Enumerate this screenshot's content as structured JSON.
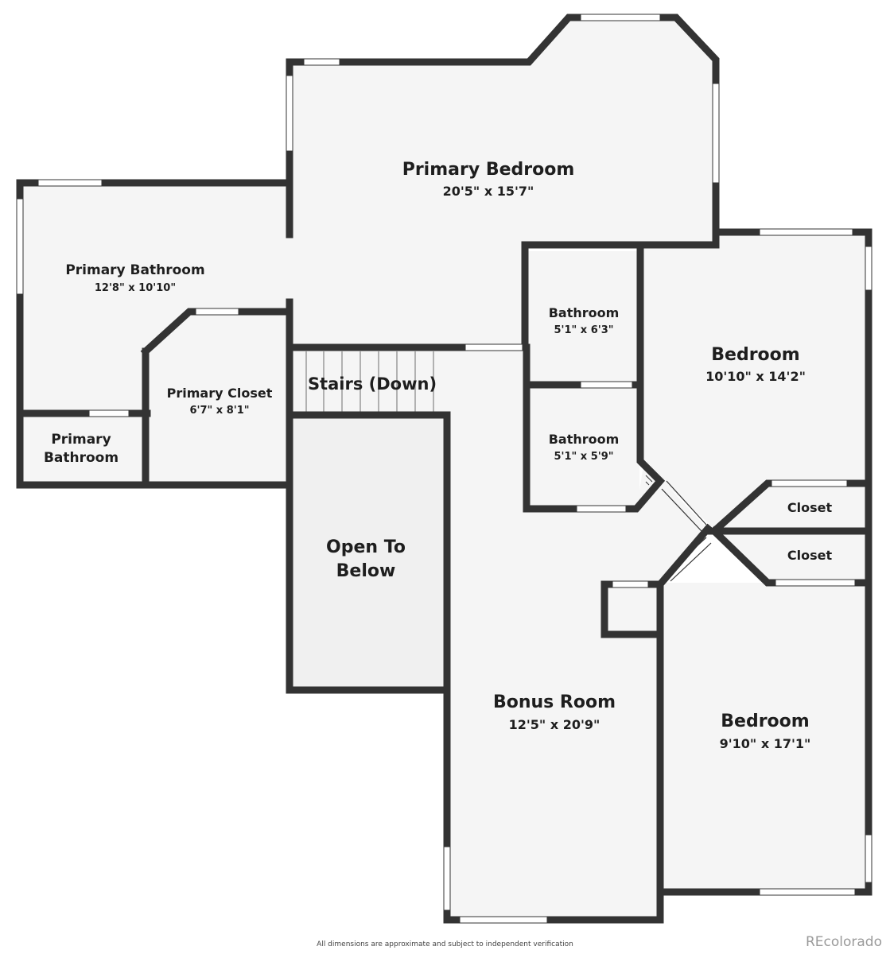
{
  "plan": {
    "rooms": [
      {
        "id": "primary-bedroom",
        "name": "Primary Bedroom",
        "dim": "20'5\" x 15'7\""
      },
      {
        "id": "primary-bathroom",
        "name": "Primary Bathroom",
        "dim": "12'8\" x 10'10\""
      },
      {
        "id": "primary-bathroom-small",
        "name_line1": "Primary",
        "name_line2": "Bathroom"
      },
      {
        "id": "primary-closet",
        "name": "Primary Closet",
        "dim": "6'7\" x 8'1\""
      },
      {
        "id": "stairs",
        "name": "Stairs (Down)"
      },
      {
        "id": "open-to-below",
        "name_line1": "Open To",
        "name_line2": "Below"
      },
      {
        "id": "bathroom-1",
        "name": "Bathroom",
        "dim": "5'1\" x 6'3\""
      },
      {
        "id": "bathroom-2",
        "name": "Bathroom",
        "dim": "5'1\" x 5'9\""
      },
      {
        "id": "bedroom-1",
        "name": "Bedroom",
        "dim": "10'10\" x 14'2\""
      },
      {
        "id": "closet-1",
        "name": "Closet"
      },
      {
        "id": "closet-2",
        "name": "Closet"
      },
      {
        "id": "bonus-room",
        "name": "Bonus Room",
        "dim": "12'5\" x 20'9\""
      },
      {
        "id": "bedroom-2",
        "name": "Bedroom",
        "dim": "9'10\" x 17'1\""
      }
    ]
  },
  "footer": {
    "disclaimer": "All dimensions are approximate and subject to independent verification",
    "watermark": "REcolorado"
  },
  "colors": {
    "wall": "#333333",
    "floor": "#f5f5f5",
    "open_area": "#f0f0f0",
    "text": "#1e1e1e"
  }
}
